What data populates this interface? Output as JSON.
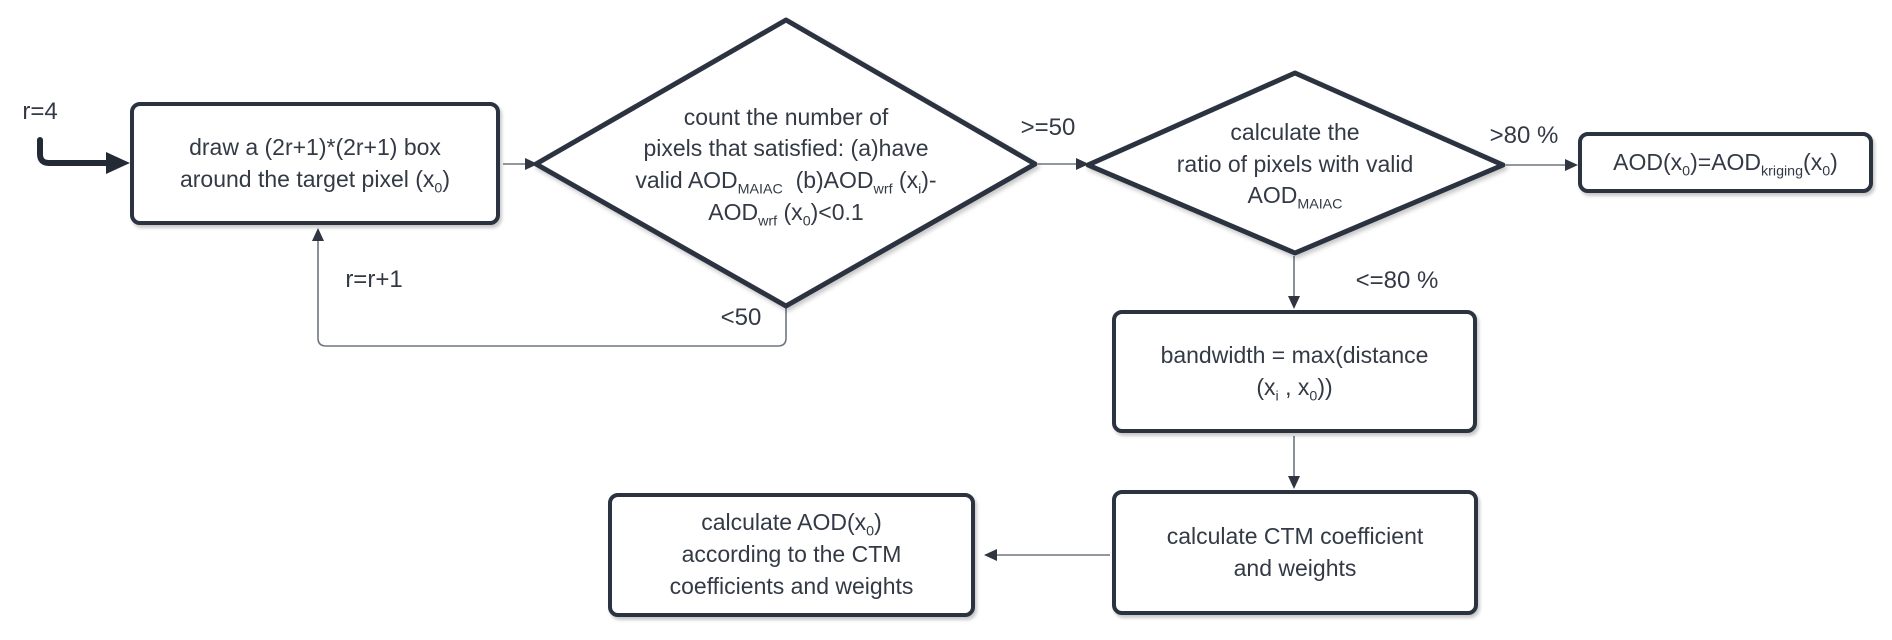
{
  "diagram": {
    "type": "flowchart",
    "title": "AOD gap-filling decision flowchart",
    "colors": {
      "background": "#ffffff",
      "shape_border": "#2b3240",
      "connector_line": "#6e7680",
      "arrowhead": "#2f3642",
      "start_arrow": "#242a35",
      "text": "#333a45"
    },
    "labels": {
      "start": "r=4",
      "increment": "r=r+1",
      "lt50": "<50",
      "ge50": ">=50",
      "gt80": ">80 %",
      "le80": "<=80 %"
    },
    "nodes": {
      "draw_box": {
        "shape": "rectangle",
        "lines": [
          [
            {
              "t": "draw a (2r+1)*(2r+1) box"
            }
          ],
          [
            {
              "t": "around the target pixel (x"
            },
            {
              "t": "0",
              "sub": true
            },
            {
              "t": ")"
            }
          ]
        ]
      },
      "count_pixels": {
        "shape": "diamond",
        "lines": [
          [
            {
              "t": "count the number of"
            }
          ],
          [
            {
              "t": "pixels that satisfied: (a)have"
            }
          ],
          [
            {
              "t": "valid AOD"
            },
            {
              "t": "MAIAC",
              "sub": true
            },
            {
              "t": "  (b)AOD"
            },
            {
              "t": "wrf",
              "sub": true
            },
            {
              "t": " (x"
            },
            {
              "t": "i",
              "sub": true
            },
            {
              "t": ")-"
            }
          ],
          [
            {
              "t": "AOD"
            },
            {
              "t": "wrf",
              "sub": true
            },
            {
              "t": " (x"
            },
            {
              "t": "0",
              "sub": true
            },
            {
              "t": ")<0.1"
            }
          ]
        ]
      },
      "ratio_valid": {
        "shape": "diamond",
        "lines": [
          [
            {
              "t": "calculate the"
            }
          ],
          [
            {
              "t": "ratio of pixels with valid"
            }
          ],
          [
            {
              "t": "AOD"
            },
            {
              "t": "MAIAC",
              "sub": true
            }
          ]
        ]
      },
      "kriging_result": {
        "shape": "rectangle",
        "lines": [
          [
            {
              "t": "AOD(x"
            },
            {
              "t": "0",
              "sub": true
            },
            {
              "t": ")=AOD"
            },
            {
              "t": "kriging",
              "sub": true
            },
            {
              "t": "(x"
            },
            {
              "t": "0",
              "sub": true
            },
            {
              "t": ")"
            }
          ]
        ]
      },
      "bandwidth": {
        "shape": "rectangle",
        "lines": [
          [
            {
              "t": "bandwidth = max(distance"
            }
          ],
          [
            {
              "t": "(x"
            },
            {
              "t": "i",
              "sub": true
            },
            {
              "t": " , x"
            },
            {
              "t": "0",
              "sub": true
            },
            {
              "t": "))"
            }
          ]
        ]
      },
      "ctm_coefficients": {
        "shape": "rectangle",
        "lines": [
          [
            {
              "t": "calculate CTM coefficient"
            }
          ],
          [
            {
              "t": "and weights"
            }
          ]
        ]
      },
      "final_aod": {
        "shape": "rectangle",
        "lines": [
          [
            {
              "t": "calculate AOD(x"
            },
            {
              "t": "0",
              "sub": true
            },
            {
              "t": ")"
            }
          ],
          [
            {
              "t": "according to the CTM"
            }
          ],
          [
            {
              "t": "coefficients and weights"
            }
          ]
        ]
      }
    }
  }
}
